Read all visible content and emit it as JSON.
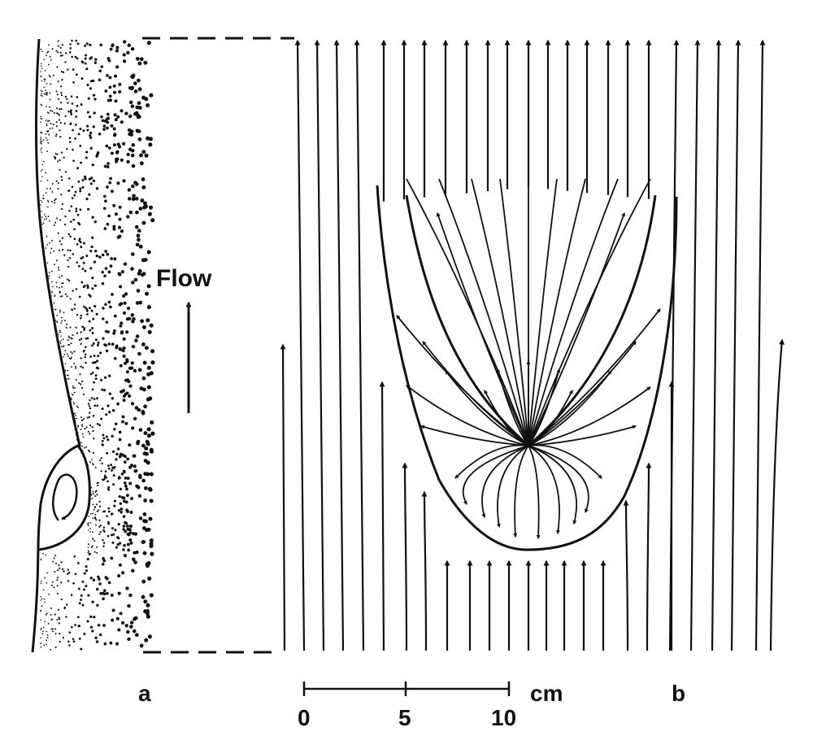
{
  "colors": {
    "ink": "#111111",
    "paper": "#ffffff"
  },
  "labels": {
    "flow": "Flow",
    "panel_a": "a",
    "panel_b": "b",
    "scale_unit": "cm"
  },
  "scale_ticks": [
    "0",
    "5",
    "10"
  ],
  "icons": {
    "flow_direction": "arrow-up-icon"
  }
}
